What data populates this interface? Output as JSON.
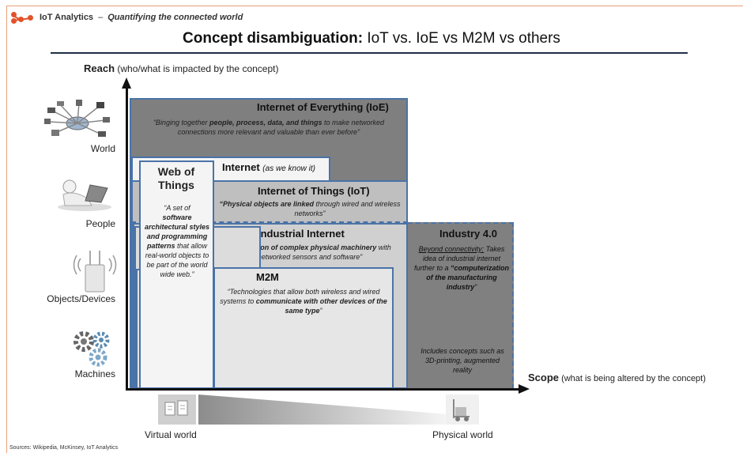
{
  "header": {
    "brand_name": "IoT Analytics",
    "brand_separator": "–",
    "brand_tagline": "Quantifying the connected world",
    "title_bold": "Concept disambiguation:",
    "title_rest": " IoT vs. IoE vs M2M vs others"
  },
  "axes": {
    "y_label_bold": "Reach",
    "y_label_rest": " (who/what is impacted by the concept)",
    "x_label_bold": "Scope",
    "x_label_rest": " (what is being altered by the concept)"
  },
  "categories": {
    "world": "World",
    "people": "People",
    "objects": "Objects/Devices",
    "machines": "Machines"
  },
  "concepts": {
    "ioe": {
      "title": "Internet of Everything (IoE)",
      "quote_1": "“Binging together ",
      "quote_2": "people, process, data, and things",
      "quote_3": " to make networked connections more relevant and valuable than ever before”"
    },
    "internet": {
      "title": "Internet",
      "subtitle": "(as we know it)"
    },
    "iot": {
      "title": "Internet of Things (IoT)",
      "quote_1": "“Physical objects are linked",
      "quote_2": " through wired and wireless networks”"
    },
    "industrial": {
      "title": "Industrial Internet",
      "quote_1": "“Integration of complex physical machinery",
      "quote_2": " with networked sensors and software”"
    },
    "m2m": {
      "title": "M2M",
      "quote_1": "“Technologies that allow both wireless and wired systems to ",
      "quote_2": "communicate with other devices of the same type",
      "quote_3": "”"
    },
    "wot": {
      "title": "Web of Things",
      "b1": "“A set of",
      "b2": "software architectural styles and programming patterns",
      "b3": " that allow real-world objects to be part of the world wide web.”"
    },
    "industry40": {
      "title": "Industry 4.0",
      "underline": "Beyond connectivity:",
      "body_1": " Takes idea of industrial internet further to a ",
      "body_2": "“computerization of the manufacturing industry",
      "body_3": "”",
      "note": "Includes concepts such as 3D-printing, augmented reality"
    }
  },
  "footer": {
    "virtual_world": "Virtual world",
    "physical_world": "Physical world",
    "sources": "Sources: Wikipedia, McKinsey, IoT Analytics"
  },
  "colors": {
    "brand_orange": "#e2522b",
    "box_border": "#4a73a8",
    "ioe_fill": "#7f7f7f",
    "iot_fill": "#bfbfbf",
    "industrial_fill": "#d0d0d0",
    "m2m_fill": "#e6e6e6",
    "industry40_fill": "#808080"
  },
  "icons": [
    "network-globe-icon",
    "person-laptop-icon",
    "wireless-router-icon",
    "gears-icon",
    "documents-icon",
    "forklift-icon"
  ]
}
